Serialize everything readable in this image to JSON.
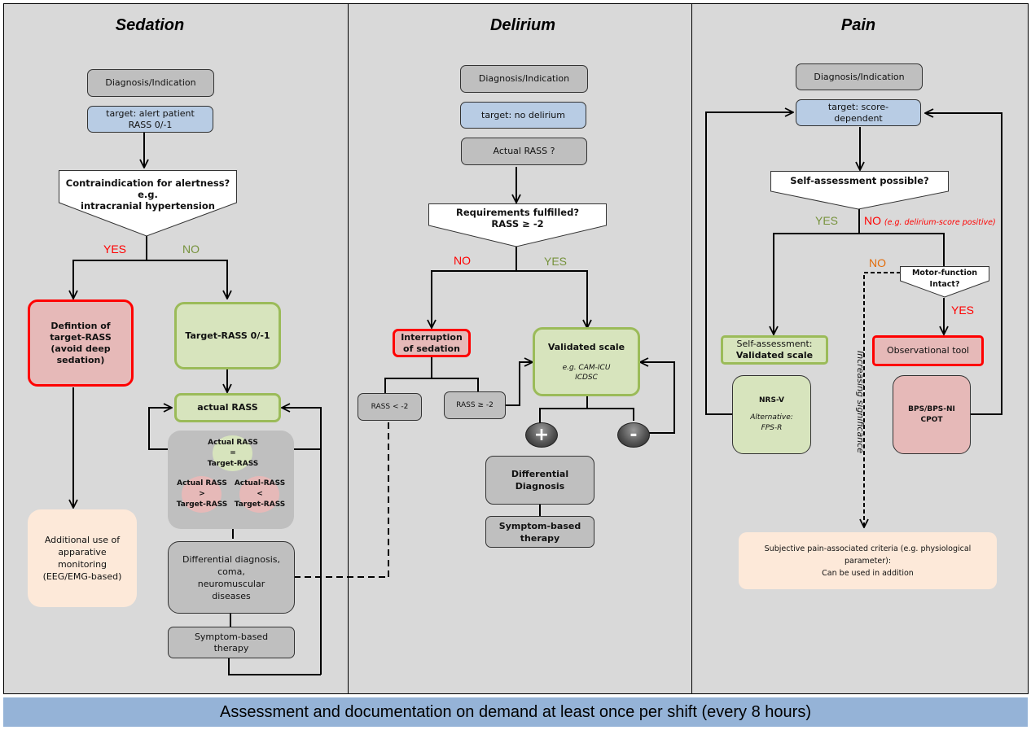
{
  "panels": {
    "sedation": {
      "title": "Sedation",
      "diagnosis": "Diagnosis/Indication",
      "target_line1": "target: alert patient",
      "target_line2": "RASS 0/-1",
      "question_line1": "Contraindication for alertness?",
      "question_line2": "e.g.",
      "question_line3": "intracranial hypertension",
      "yes_label": "YES",
      "no_label": "NO",
      "definition_line1": "Defintion of",
      "definition_line2": "target-RASS",
      "definition_line3": "(avoid deep",
      "definition_line4": "sedation)",
      "target_rass": "Target-RASS 0/-1",
      "actual_rass": "actual RASS",
      "equal_line1": "Actual RASS",
      "equal_line2": "=",
      "equal_line3": "Target-RASS",
      "greater_line1": "Actual RASS",
      "greater_line2": ">",
      "greater_line3": "Target-RASS",
      "less_line1": "Actual-RASS",
      "less_line2": "<",
      "less_line3": "Target-RASS",
      "monitoring_line1": "Additional use of",
      "monitoring_line2": "apparative",
      "monitoring_line3": "monitoring",
      "monitoring_line4": "(EEG/EMG-based)",
      "diff_line1": "Differential diagnosis,",
      "diff_line2": "coma,",
      "diff_line3": "neuromuscular",
      "diff_line4": "diseases",
      "symptom_line1": "Symptom-based",
      "symptom_line2": "therapy"
    },
    "delirium": {
      "title": "Delirium",
      "diagnosis": "Diagnosis/Indication",
      "target": "target: no delirium",
      "actual_rass": "Actual RASS ?",
      "question_line1": "Requirements fulfilled?",
      "question_line2": "RASS ≥ -2",
      "no_label": "NO",
      "yes_label": "YES",
      "interruption_line1": "Interruption",
      "interruption_line2": "of sedation",
      "rass_low": "RASS  < -2",
      "rass_high": "RASS  ≥ -2",
      "validated_title": "Validated scale",
      "validated_line1": "e.g. CAM-ICU",
      "validated_line2": "ICDSC",
      "plus": "+",
      "minus": "-",
      "diff_line1": "Differential",
      "diff_line2": "Diagnosis",
      "symptom_line1": "Symptom-based",
      "symptom_line2": "therapy"
    },
    "pain": {
      "title": "Pain",
      "diagnosis": "Diagnosis/Indication",
      "target_line1": "target:  score-",
      "target_line2": "dependent",
      "question": "Self-assessment possible?",
      "yes_label": "YES",
      "no_label": "NO",
      "no_note": "(e.g. delirium-score positive)",
      "motor_line1": "Motor-function",
      "motor_line2": "Intact?",
      "motor_no": "NO",
      "motor_yes": "YES",
      "self_line1": "Self-assessment:",
      "self_line2": "Validated scale",
      "observational": "Observational tool",
      "nrs": "NRS-V",
      "alt_line1": "Alternative:",
      "alt_line2": "FPS-R",
      "bps_line1": "BPS/BPS-NI",
      "bps_line2": "CPOT",
      "significance": "Increasing significance",
      "subjective_line1": "Subjective pain-associated criteria (e.g. physiological",
      "subjective_line2": "parameter):",
      "subjective_line3": "Can be used in addition"
    }
  },
  "footer": "Assessment and documentation on demand at least once per shift (every 8 hours)",
  "colors": {
    "panel_bg": "#d9d9d9",
    "grey_box": "#bfbfbf",
    "blue_box": "#b8cce4",
    "green_fill": "#d7e4bd",
    "green_border": "#9bbb59",
    "red_fill": "#e6b9b8",
    "red_border": "#ff0000",
    "peach": "#fde9d9",
    "footer_bg": "#95b3d7"
  }
}
